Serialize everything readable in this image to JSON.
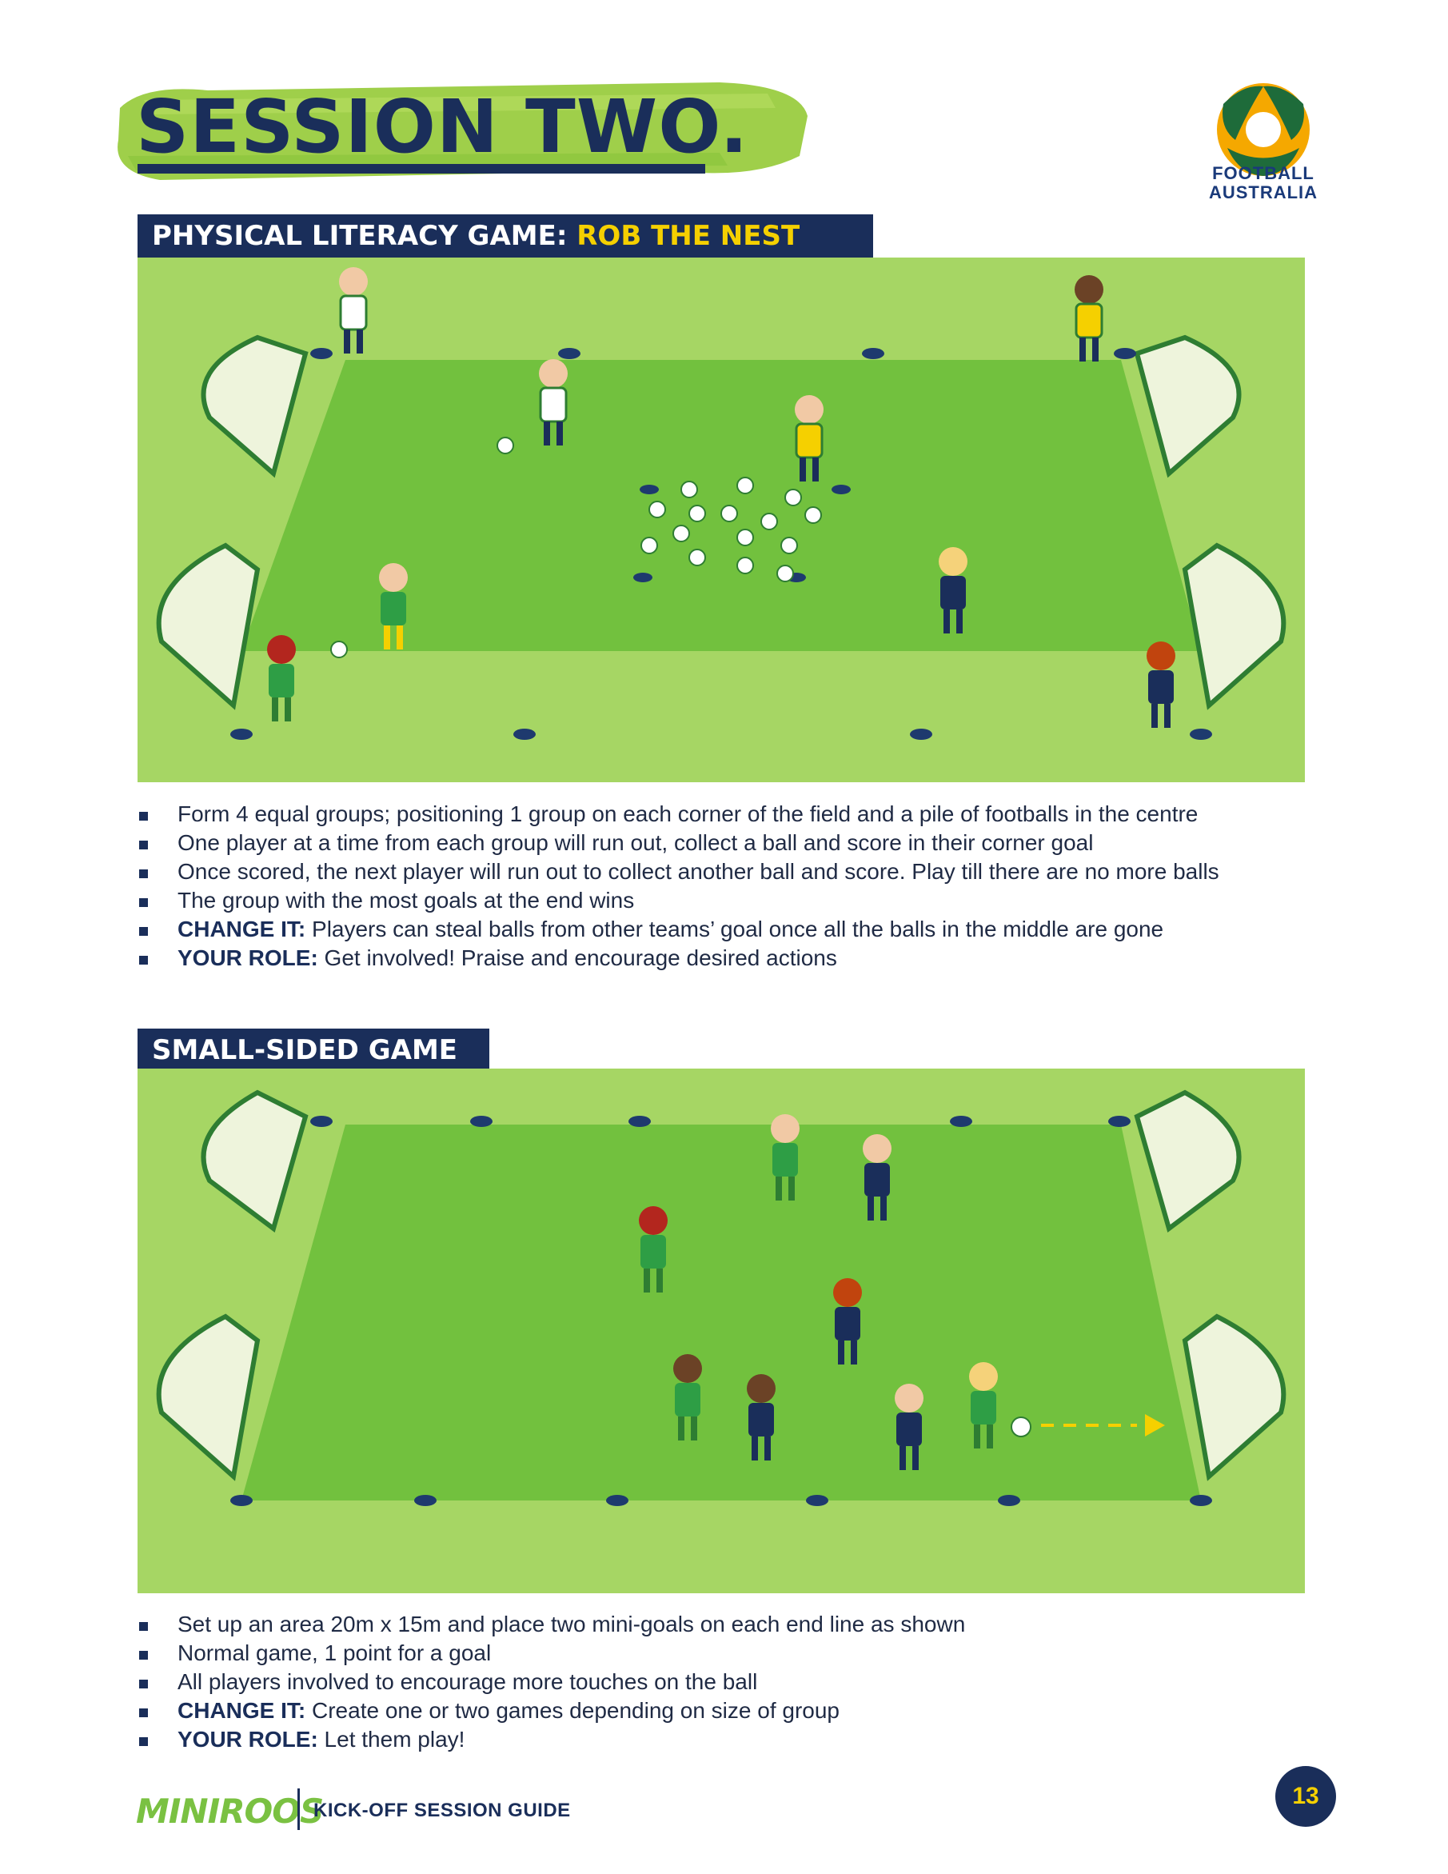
{
  "header": {
    "title": "SESSION TWO.",
    "logo_name": "football-australia-logo",
    "logo_text_line1": "FOOTBALL",
    "logo_text_line2": "AUSTRALIA"
  },
  "section1": {
    "heading_prefix": "PHYSICAL LITERACY GAME: ",
    "heading_highlight": "ROB THE NEST",
    "bullets": [
      {
        "bold": "",
        "text": "Form 4 equal groups; positioning 1 group on each corner of the field and a pile of footballs in the centre"
      },
      {
        "bold": "",
        "text": "One player at a time from each group will run out, collect a ball and score in their corner goal"
      },
      {
        "bold": "",
        "text": "Once scored, the next player will run out to collect another ball and score. Play till there are no more balls"
      },
      {
        "bold": "",
        "text": "The group with the most goals at the end wins"
      },
      {
        "bold": "CHANGE IT:",
        "text": " Players can steal balls from other teams’ goal once all the balls in the middle are gone"
      },
      {
        "bold": "YOUR ROLE:",
        "text": " Get involved! Praise and encourage desired actions"
      }
    ]
  },
  "section2": {
    "heading": "SMALL-SIDED GAME",
    "bullets": [
      {
        "bold": "",
        "text": "Set up an area 20m x 15m and place two mini-goals on each end line as shown"
      },
      {
        "bold": "",
        "text": "Normal game, 1 point for a goal"
      },
      {
        "bold": "",
        "text": "All players involved to encourage more touches on the ball"
      },
      {
        "bold": "CHANGE IT:",
        "text": " Create one or two games depending on size of group"
      },
      {
        "bold": "YOUR ROLE:",
        "text": " Let them play!"
      }
    ]
  },
  "footer": {
    "brand": "MINIROOS",
    "guide_title": "KICK-OFF SESSION GUIDE",
    "page_number": "13"
  },
  "colors": {
    "navy": "#1a2e5a",
    "yellow": "#f5d000",
    "grass_outer": "#a6d664",
    "grass_inner": "#6fbf3a",
    "brand_green": "#7ac142"
  }
}
